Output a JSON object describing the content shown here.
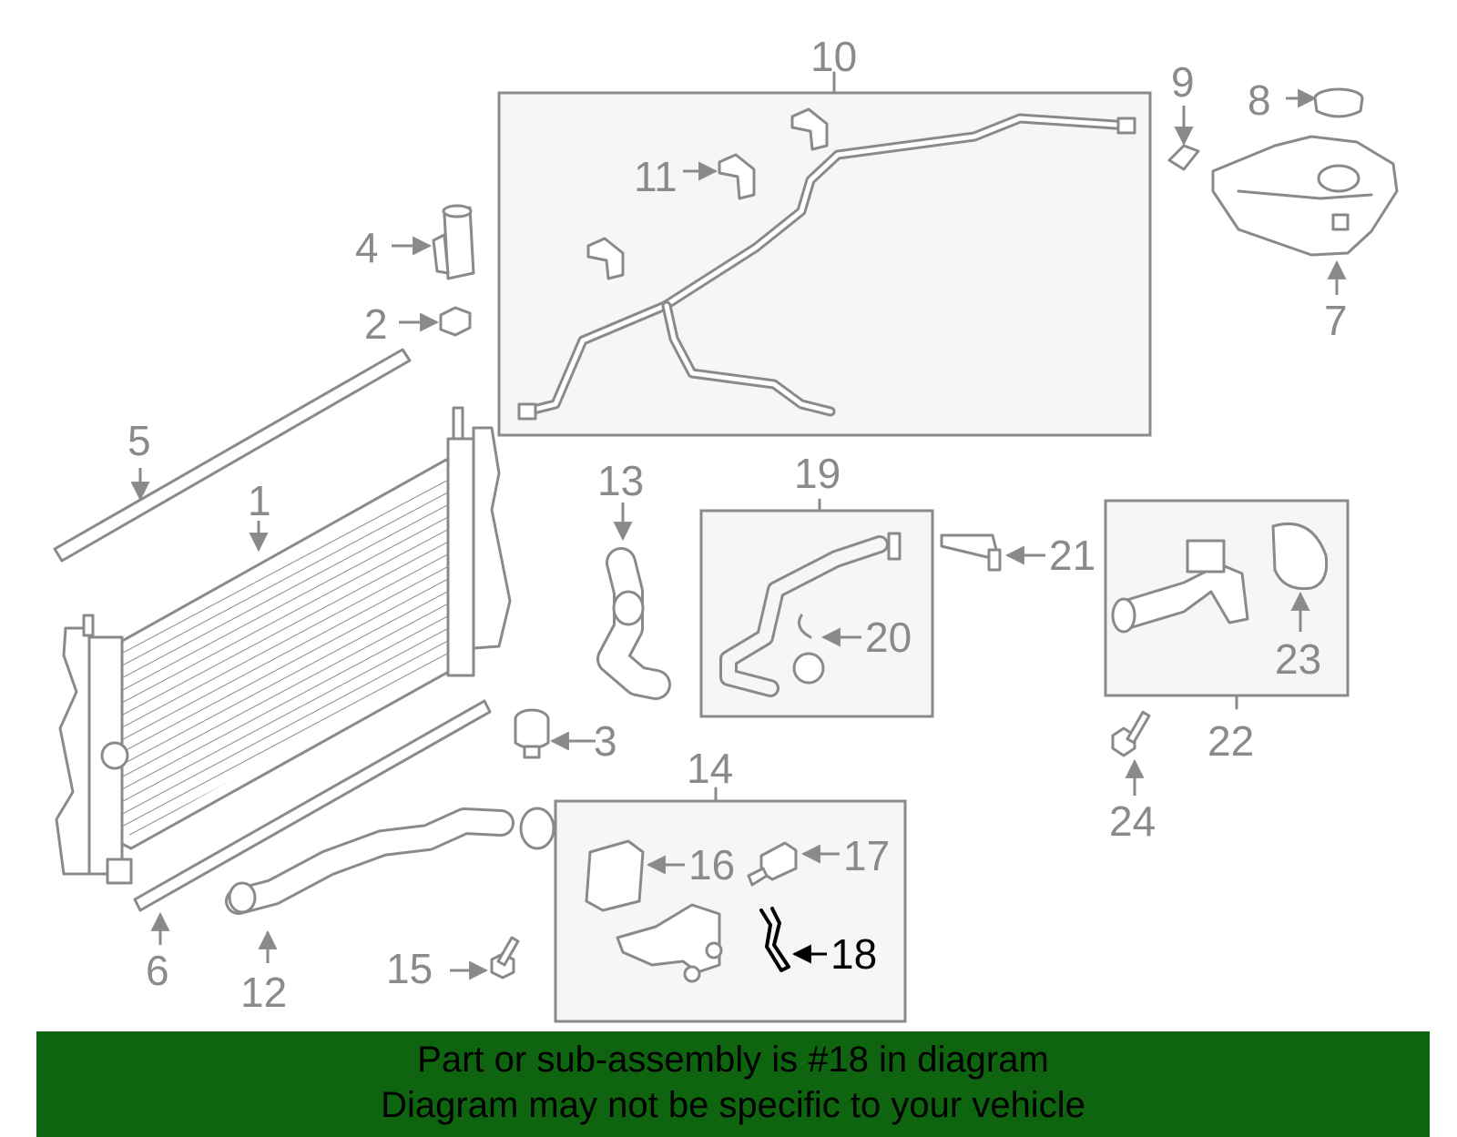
{
  "diagram": {
    "highlighted_part": "18",
    "callouts": [
      "1",
      "2",
      "3",
      "4",
      "5",
      "6",
      "7",
      "8",
      "9",
      "10",
      "11",
      "12",
      "13",
      "14",
      "15",
      "16",
      "17",
      "18",
      "19",
      "20",
      "21",
      "22",
      "23",
      "24"
    ]
  },
  "colors": {
    "line": "#8a8a8a",
    "highlight": "#000000",
    "banner": "#0f6410"
  },
  "banner": {
    "line1": "Part or sub-assembly is #18 in diagram",
    "line2": "Diagram may not be specific to your vehicle"
  }
}
